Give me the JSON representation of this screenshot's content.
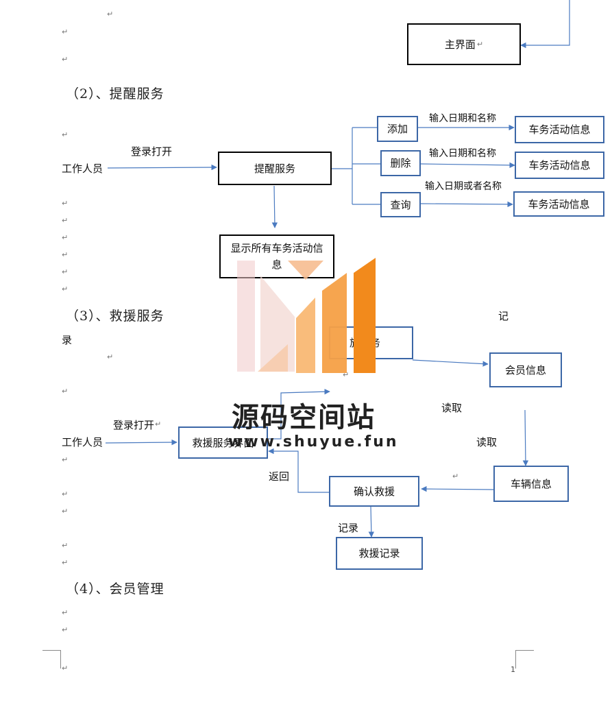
{
  "paragraph_mark": "↵",
  "page_number": "1",
  "section2": {
    "heading": "（2）、提醒服务",
    "actor": "工作人员",
    "login_label": "登录打开",
    "main_box": "提醒服务",
    "display_box": "显示所有车务活动信息",
    "actions": [
      {
        "label": "添加",
        "edge": "输入日期和名称",
        "target": "车务活动信息"
      },
      {
        "label": "删除",
        "edge": "输入日期和名称",
        "target": "车务活动信息"
      },
      {
        "label": "查询",
        "edge": "输入日期或者名称",
        "target": "车务活动信息"
      }
    ]
  },
  "top": {
    "main_ui_box": "主界面"
  },
  "section3": {
    "heading": "（3）、救援服务",
    "note_ji": "记",
    "note_lu": "录",
    "actor": "工作人员",
    "login_label": "登录打开",
    "ui_box": "救援服务界面",
    "service_box": "旅服务",
    "member_box": "会员信息",
    "vehicle_box": "车辆信息",
    "confirm_box": "确认救援",
    "record_box": "救援记录",
    "read1": "读取",
    "read2": "读取",
    "return_label": "返回",
    "record_label": "记录"
  },
  "section4": {
    "heading": "（4）、会员管理"
  },
  "watermark": {
    "title": "源码空间站",
    "url": "www.shuyue.fun"
  },
  "colors": {
    "box_blue": "#3b66a6",
    "arrow_blue": "#4a7ac0",
    "wm_orange": "#f28a1c"
  }
}
